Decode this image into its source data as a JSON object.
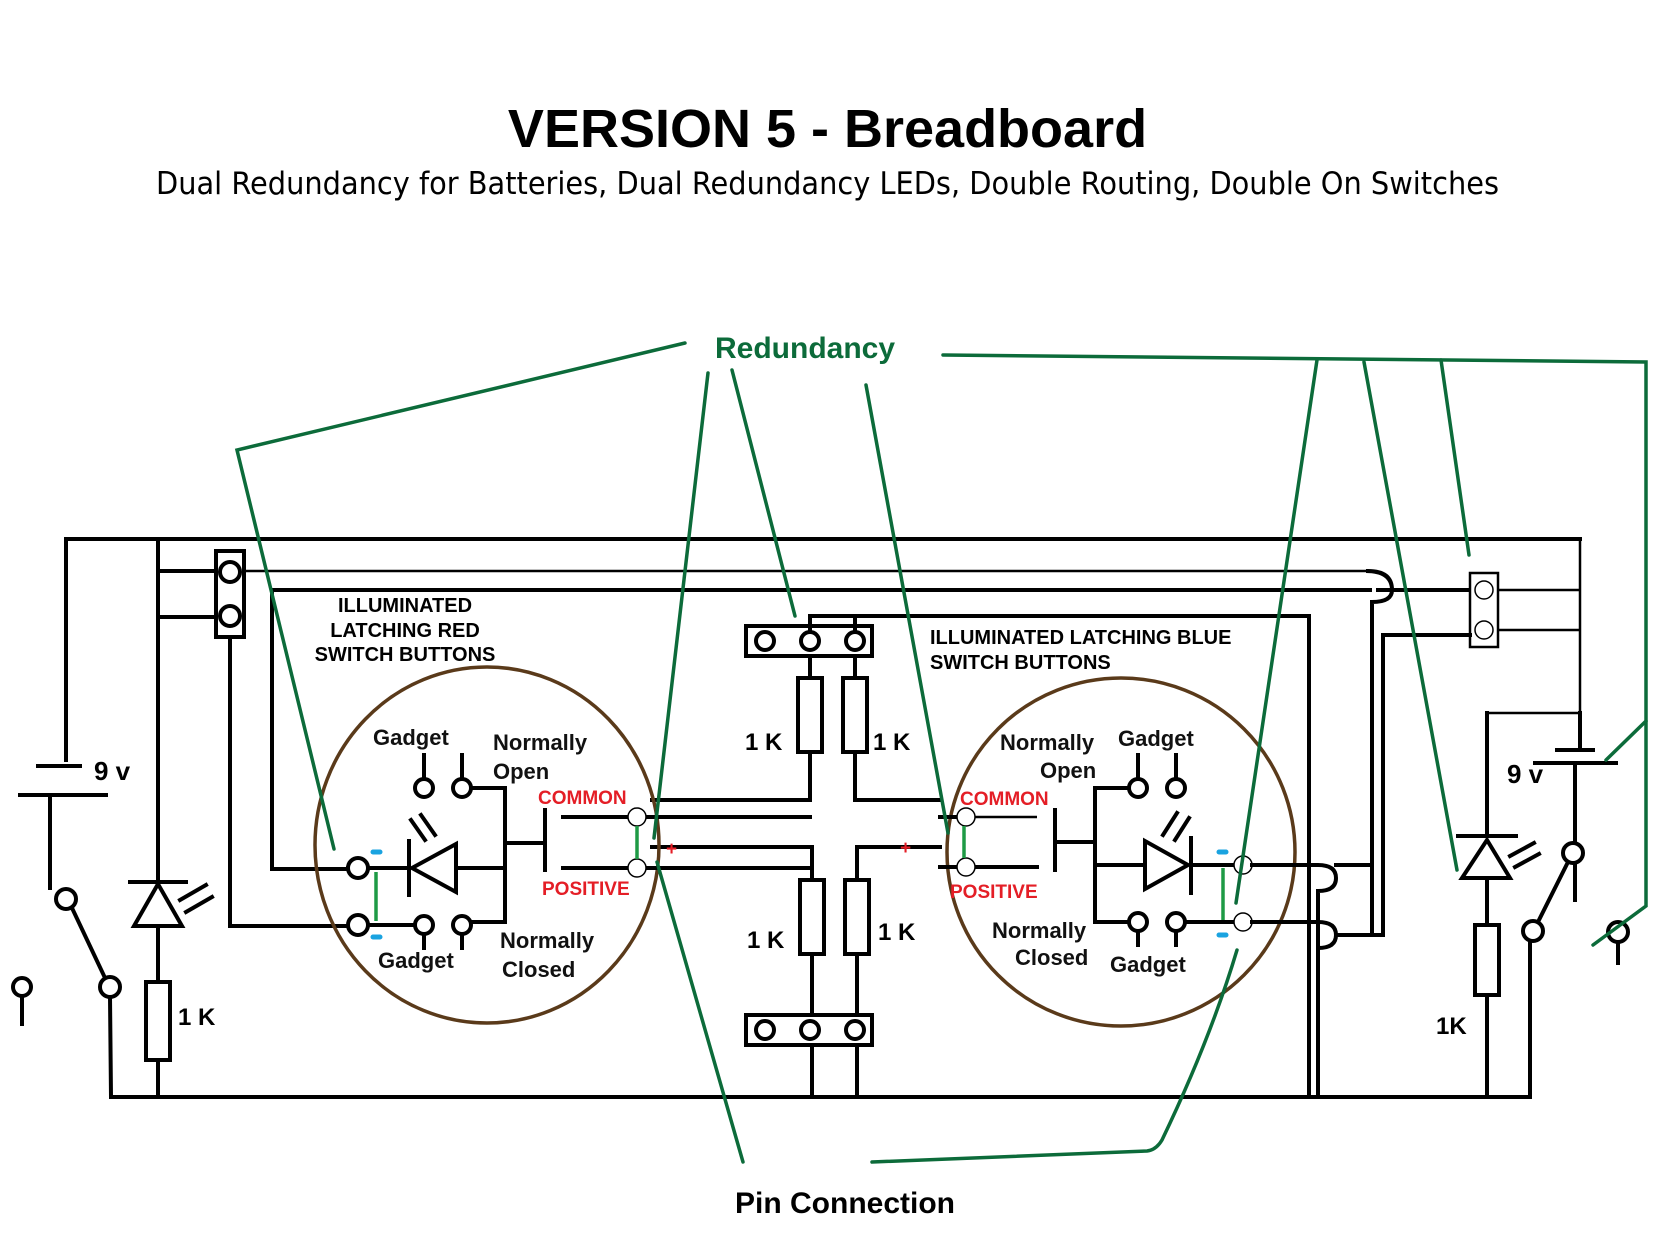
{
  "header": {
    "title": "VERSION 5 - Breadboard",
    "subtitle": "Dual Redundancy for Batteries, Dual Redundancy LEDs, Double Routing, Double On Switches"
  },
  "annotations": {
    "redundancy": "Redundancy",
    "pin_connection": "Pin Connection"
  },
  "left_circuit": {
    "battery_label": "9 v",
    "resistor_label": "1 K"
  },
  "right_circuit": {
    "battery_label": "9 v",
    "resistor_label": "1K"
  },
  "red_switch": {
    "title_line1": "ILLUMINATED",
    "title_line2": "LATCHING RED",
    "title_line3": "SWITCH BUTTONS",
    "gadget_top": "Gadget",
    "gadget_bottom": "Gadget",
    "normally_open_1": "Normally",
    "normally_open_2": "Open",
    "normally_closed_1": "Normally",
    "normally_closed_2": "Closed",
    "common": "COMMON",
    "positive": "POSITIVE",
    "plus": "+"
  },
  "blue_switch": {
    "title_line1": "ILLUMINATED LATCHING BLUE",
    "title_line2": "SWITCH BUTTONS",
    "gadget_top": "Gadget",
    "gadget_bottom": "Gadget",
    "normally_open_1": "Normally",
    "normally_open_2": "Open",
    "normally_closed_1": "Normally",
    "normally_closed_2": "Closed",
    "common": "COMMON",
    "positive": "POSITIVE",
    "plus": "+"
  },
  "center_resistors": {
    "top_left": "1 K",
    "top_right": "1 K",
    "bottom_left": "1 K",
    "bottom_right": "1 K"
  },
  "colors": {
    "wire": "#000000",
    "annotation": "#0c6b3a",
    "switch_outline": "#5a3a1a",
    "pin_label": "#e41e26",
    "negative_marker": "#1aa3e0",
    "jumper": "#1e9a45"
  }
}
